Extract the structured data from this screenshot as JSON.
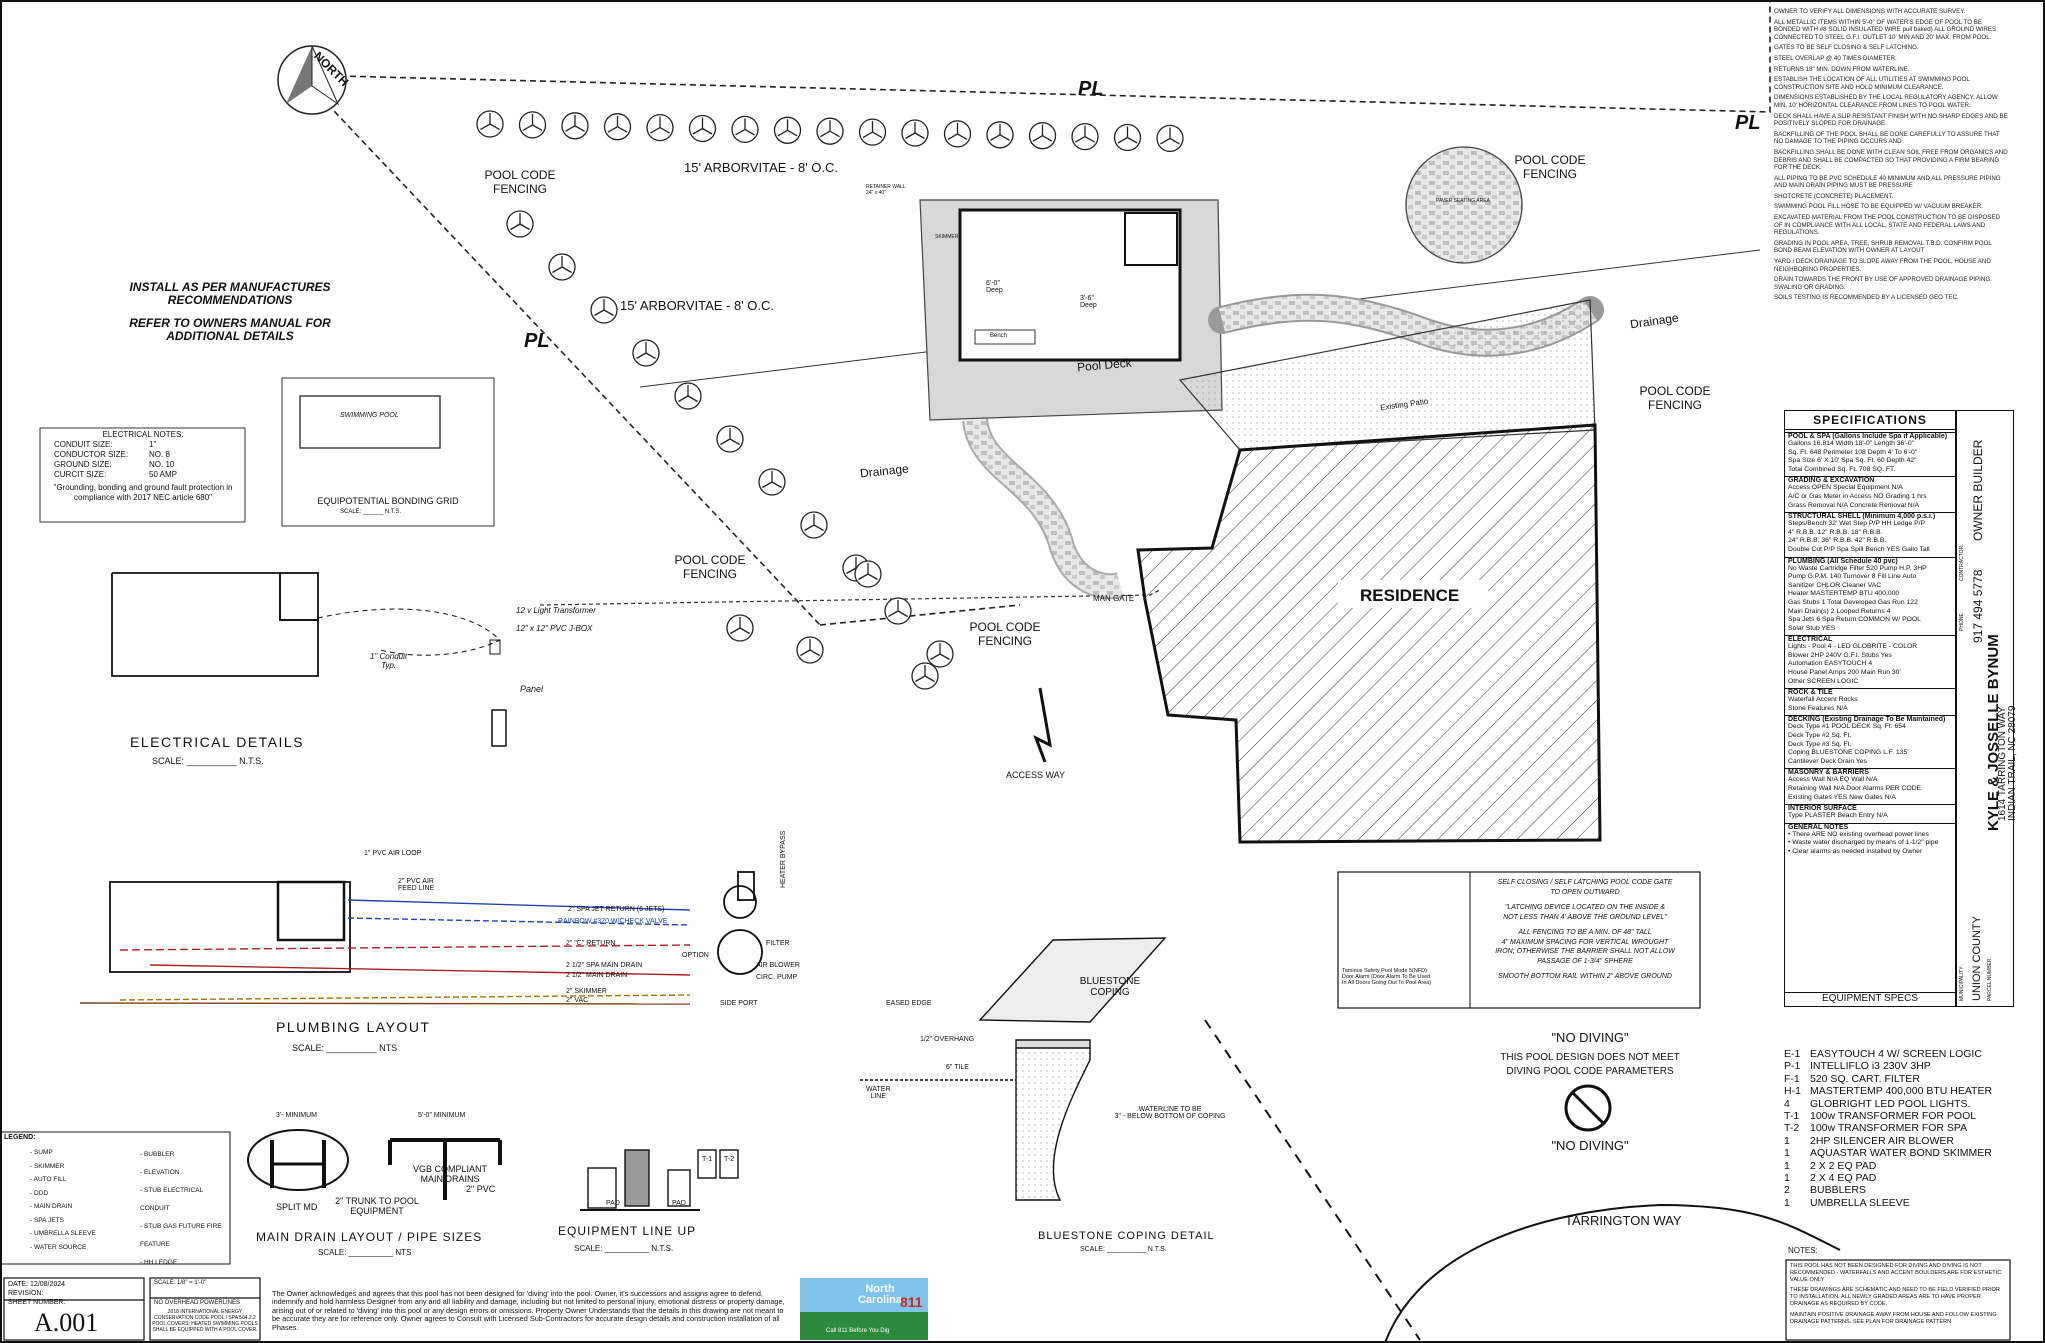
{
  "site": {
    "north": "NORTH",
    "pl_marks": [
      "PL",
      "PL",
      "PL"
    ],
    "arborvitae_top": "15' ARBORVITAE - 8' O.C.",
    "arborvitae_left": "15' ARBORVITAE - 8' O.C.",
    "fencing_labels": [
      "POOL CODE\nFENCING",
      "POOL CODE\nFENCING",
      "POOL CODE\nFENCING",
      "POOL CODE\nFENCING",
      "POOL CODE\nFENCING"
    ],
    "pool_deck": "Pool Deck",
    "existing_patio": "Existing Patio",
    "drainage": [
      "Drainage",
      "Drainage"
    ],
    "residence": "RESIDENCE",
    "man_gate": "MAN GATE",
    "access_way": "ACCESS WAY",
    "paver_area": "PAVER SEATING AREA",
    "retainer_wall": "RETAINER WALL\n24\" x 40\"",
    "skimmer": "SKIMMER",
    "bench": "Bench",
    "deep_1": "6'-0\"\nDeep",
    "deep_2": "3'-6\"\nDeep",
    "tarrington_way": "TARRINGTON WAY"
  },
  "install_note": {
    "line1": "INSTALL AS PER MANUFACTURES",
    "line2": "RECOMMENDATIONS",
    "line3": "REFER TO OWNERS MANUAL FOR",
    "line4": "ADDITIONAL DETAILS"
  },
  "electrical_notes": {
    "title": "ELECTRICAL NOTES:",
    "rows": [
      {
        "k": "CONDUIT SIZE:",
        "v": "1\""
      },
      {
        "k": "CONDUCTOR SIZE:",
        "v": "NO. 8"
      },
      {
        "k": "GROUND SIZE:",
        "v": "NO. 10"
      },
      {
        "k": "CURCIT SIZE:",
        "v": "50 AMP"
      }
    ],
    "footer": "\"Grounding, bonding and ground fault protection in compliance with 2017 NEC article 680\""
  },
  "bonding": {
    "pool": "SWIMMING POOL",
    "title": "EQUIPOTENTIAL BONDING GRID",
    "scale": "SCALE:",
    "nts": "N.T.S."
  },
  "electrical_details": {
    "title": "ELECTRICAL DETAILS",
    "scale": "SCALE:",
    "nts": "N.T.S.",
    "transformer": "12 v Light Transformer",
    "jbox": "12\" x 12\" PVC J-BOX",
    "conduit": "1\" Conduit\nTyp.",
    "panel": "Panel"
  },
  "plumbing": {
    "title": "PLUMBING LAYOUT",
    "scale": "SCALE:",
    "nts": "NTS",
    "labels": [
      "1\" PVC AIR LOOP",
      "2\" PVC AIR\nFEED LINE",
      "2\" SPA JET RETURN (6 JETS)",
      "RAINBOW #320 W/CHECK VALVE",
      "2\" \"C\" RETURN",
      "2 1/2\" SPA MAIN DRAIN",
      "2 1/2\" MAIN DRAIN",
      "2\" SKIMMER",
      "2\" VAC",
      "SIDE PORT",
      "FILTER",
      "AIR BLOWER",
      "CIRC. PUMP",
      "OPTION",
      "HEATER BYPASS"
    ]
  },
  "main_drain": {
    "title": "MAIN DRAIN LAYOUT / PIPE SIZES",
    "scale": "SCALE:",
    "nts": "NTS",
    "minimum1": "3'- MINIMUM",
    "minimum2": "5'-0\" MINIMUM",
    "vgb": "VGB COMPLIANT\nMAIN DRAINS",
    "split": "SPLIT MD",
    "trunk": "2\" TRUNK TO POOL\nEQUIPMENT",
    "pvc": "2\" PVC"
  },
  "equipment_lineup": {
    "title": "EQUIPMENT LINE UP",
    "scale": "SCALE:",
    "nts": "N.T.S.",
    "pad1": "PAD",
    "pad2": "PAD",
    "t1": "T-1",
    "t2": "T-2"
  },
  "coping": {
    "title": "BLUESTONE COPING DETAIL",
    "scale": "SCALE:",
    "nts": "N.T.S.",
    "label": "BLUESTONE\nCOPING",
    "eased": "EASED EDGE",
    "overhang": "1/2\" OVERHANG",
    "tile": "6\" TILE",
    "water": "WATER\nLINE",
    "waterline": "WATERLINE TO BE\n3\" - BELOW BOTTOM OF COPING"
  },
  "gate_note": {
    "l1": "SELF CLOSING / SELF LATCHING POOL CODE GATE",
    "l2": "TO OPEN OUTWARD",
    "l3": "\"LATCHING DEVICE LOCATED ON THE INSIDE &",
    "l4": "NOT LESS THAN 4' ABOVE THE GROUND LEVEL\"",
    "l5": "ALL FENCING TO BE A MIN. OF 48\" TALL",
    "l6": "4\" MAXIMUM SPACING FOR VERTICAL WROUGHT",
    "l7": "IRON; OTHERWISE THE BARRIER SHALL NOT ALLOW",
    "l8": "PASSAGE OF 1-3/4\" SPHERE",
    "l9": "SMOOTH BOTTOM RAIL WITHIN 2\" ABOVE GROUND",
    "alarm": "Taminus Safety Pool Mode 5(NFD)\nDoor Alarm (Door Alarm To Be Used\nIn All Doors Going Out To Pool Area)"
  },
  "no_diving": {
    "top": "\"NO DIVING\"",
    "mid1": "THIS POOL DESIGN DOES NOT MEET",
    "mid2": "DIVING POOL CODE PARAMETERS",
    "bottom": "\"NO DIVING\""
  },
  "disclaimer": "The Owner acknowledges and agrees that this pool has not been designed for 'diving' into the pool. Owner, it's successors and assigns agree to defend, indemnify and hold harmless Designer from any and all liability and damage, including but not limited to personal injury, emotional distress or property damage, arising out of or related to 'diving' into this pool or any design errors or omissions. Property Owner Understands that the details in this drawing are not meant to be accurate they are for reference only. Owner agrees to Consult with Licensed Sub-Contractors for accurate design details and construction installation of all Phases.",
  "nc811": {
    "l1": "North",
    "l2": "Carolina",
    "l3": "811",
    "l4": "Call 811 Before You Dig"
  },
  "title_block": {
    "date": "DATE: 12/08/2024",
    "revision": "REVISION:",
    "sheet_number": "SHEET NUMBER:",
    "sheet": "A.001",
    "scale": "SCALE: 1/8\" = 1'-0\"",
    "powerlines": "NO OVERHEAD POWERLINES",
    "code_note": "2018 INTERNATIONAL ENERGY CONSERVATION CODE POOL / SPA 504.2.2 POOL COVERS: HEATED SWIMMING POOLS SHALL BE EQUIPPED WITH A POOL COVER."
  },
  "legend": {
    "title": "LEGEND:",
    "items": [
      "- SUMP",
      "- SKIMMER",
      "- AUTO FILL",
      "- DDD",
      "- MAIN DRAIN",
      "- SPA JETS",
      "- UMBRELLA SLEEVE",
      "- WATER SOURCE"
    ],
    "items2": [
      "- BUBBLER",
      "- ELEVATION",
      "- STUB ELECTRICAL CONDUIT",
      "- STUB GAS FUTURE FIRE FEATURE",
      "- HH LEDGE"
    ]
  },
  "right_notes": [
    "OWNER TO VERIFY ALL DIMENSIONS WITH ACCURATE SURVEY.",
    "ALL METALLIC ITEMS WITHIN 5'-0\" OF WATER'S EDGE OF POOL TO BE BONDED WITH #8 SOLID INSULATED WIRE pull baked) ALL GROUND WIRES CONNECTED TO STEEL G.F.I. OUTLET 10' MIN AND 20' MAX. FROM POOL.",
    "GATES TO BE SELF CLOSING & SELF LATCHING.",
    "STEEL OVERLAP @ 40 TIMES DIAMETER.",
    "RETURNS 18\" MIN. DOWN FROM WATERLINE.",
    "ESTABLISH THE LOCATION OF ALL UTILITIES AT SWIMMING POOL CONSTRUCTION SITE AND HOLD MINIMUM CLEARANCE.",
    "DIMENSIONS ESTABLISHED BY THE LOCAL REGULATORY AGENCY. ALLOW MIN. 10' HORIZONTAL CLEARANCE FROM LINES TO POOL WATER.",
    "DECK SHALL HAVE A SLIP RESISTANT FINISH WITH NO SHARP EDGES AND BE POSITIVELY SLOPED FOR DRAINAGE.",
    "BACKFILLING OF THE POOL SHALL BE DONE CAREFULLY TO ASSURE THAT NO DAMAGE TO THE PIPING OCCURS AND",
    "BACKFILLING SHALL BE DONE WITH CLEAN SOIL FREE FROM ORGANICS AND DEBRIS AND SHALL BE COMPACTED SO THAT PROVIDING A FIRM BEARING FOR THE DECK.",
    "ALL PIPING TO BE PVC SCHEDULE 40 MINIMUM AND ALL PRESSURE PIPING AND MAIN DRAIN PIPING MUST BE PRESSURE",
    "SHOTCRETE (CONCRETE) PLACEMENT.",
    "SWIMMING POOL FILL HOSE TO BE EQUIPPED W/ VACUUM BREAKER.",
    "EXCAVATED MATERIAL FROM THE POOL CONSTRUCTION TO BE DISPOSED OF IN COMPLIANCE WITH ALL LOCAL, STATE AND FEDERAL LAWS AND REGULATIONS.",
    "GRADING IN POOL AREA, TREE, SHRUB REMOVAL T.B.D. CONFIRM POOL BOND BEAM ELEVATION WITH OWNER AT LAYOUT",
    "YARD / DECK DRAINAGE TO SLOPE AWAY FROM THE POOL, HOUSE AND NEIGHBORING PROPERTIES.",
    "DRAIN TOWARDS THE FRONT BY USE OF APPROVED DRAINAGE PIPING, SWALING OR GRADING.",
    "SOILS TESTING IS RECOMMENDED BY A LICENSED GEO TEC."
  ],
  "specs": {
    "title": "SPECIFICATIONS",
    "rows": [
      {
        "sec": "POOL & SPA (Gallons Include Spa if Applicable)"
      },
      {
        "t": "Gallons 16,814  Width 18'-0\"  Length 36'-0\""
      },
      {
        "t": "Sq. Ft. 648  Perimeter 108  Depth 4'  To 6'-0\""
      },
      {
        "t": "Spa Size 6' X 10'  Spa Sq. Ft. 60  Depth 42\""
      },
      {
        "t": "Total Combined Sq. Ft. 708 SQ. FT."
      },
      {
        "sec": "GRADING & EXCAVATION"
      },
      {
        "t": "Access OPEN  Special Equipment N/A"
      },
      {
        "t": "A/C or Gas Meter in Access NO  Grading 1 hrs"
      },
      {
        "t": "Grass Removal N/A  Concrete Removal N/A"
      },
      {
        "sec": "STRUCTURAL SHELL (Minimum 4,000 p.s.i.)"
      },
      {
        "t": "Steps/Bench 32'  Wet Step P/P  HH Ledge P/P"
      },
      {
        "t": "4\" R.B.B.  12\" R.B.B.  18\" R.B.B."
      },
      {
        "t": "24\" R.B.B.  36\" R.B.B.  42\" R.B.B."
      },
      {
        "t": "Double Cut P/P  Spa Spill Bench YES  Gallo Tall"
      },
      {
        "sec": "PLUMBING (All Schedule 40 pvc)"
      },
      {
        "t": "No Waste Cartridge Filter 520  Pump H.P. 3HP"
      },
      {
        "t": "Pump G.P.M. 140  Turnover 8  Fill Line Auto"
      },
      {
        "t": "Sanitizer CHLOR  Cleaner VAC"
      },
      {
        "t": "Heater MASTERTEMP  BTU 400,000"
      },
      {
        "t": "Gas Stubs 1  Total Developed Gas Run 122"
      },
      {
        "t": "Main Drain(s) 2  Looped Returns 4"
      },
      {
        "t": "Spa Jets 6  Spa Return COMMON W/ POOL"
      },
      {
        "t": "Solar Stub YES"
      },
      {
        "sec": "ELECTRICAL"
      },
      {
        "t": "Lights - Pool 4 - LED GLOBRITE - COLOR"
      },
      {
        "t": "Blower 2HP 240V  G.F.I. Stubs Yes"
      },
      {
        "t": "Automation EASYTOUCH 4"
      },
      {
        "t": "House Panel Amps 200  Main Run 30'"
      },
      {
        "t": "Other SCREEN LOGIC"
      },
      {
        "sec": "ROCK & TILE"
      },
      {
        "t": "Waterfall  Accent Rocks"
      },
      {
        "t": "Stone Features N/A"
      },
      {
        "sec": "DECKING (Existing Drainage To Be Maintained)"
      },
      {
        "t": "Deck Type #1 POOL DECK  Sq. Ft. 654"
      },
      {
        "t": "Deck Type #2  Sq. Ft."
      },
      {
        "t": "Deck Type #3  Sq. Ft."
      },
      {
        "t": "Coping BLUESTONE COPING  L.F. 135'"
      },
      {
        "t": "Cantilever  Deck Drain Yes"
      },
      {
        "sec": "MASONRY & BARRIERS"
      },
      {
        "t": "Access Wall N/A  EQ Wall N/A"
      },
      {
        "t": "Retaining Wall N/A  Door Alarms PER CODE"
      },
      {
        "t": "Existing Gates YES  New Gates N/A"
      },
      {
        "sec": "INTERIOR SURFACE"
      },
      {
        "t": "Type PLASTER  Beach Entry N/A"
      },
      {
        "sec": "GENERAL NOTES"
      },
      {
        "t": "• There ARE NO existing overhead power lines"
      },
      {
        "t": "• Waste water discharged by means of 1-1/2\" pipe"
      },
      {
        "t": "• Clear alarms as needed installed by Owner"
      }
    ],
    "footer": "EQUIPMENT SPECS"
  },
  "owner": {
    "contractor_lbl": "CONTRACTOR:",
    "contractor": "OWNER BUILDER",
    "phone_lbl": "PHONE:",
    "phone": "917 494 5778",
    "name": "KYLE & JOSSELLE BYNUM",
    "addr1": "1614 TARRINGTON WAY",
    "addr2": "INDIAN TRAIL, NC 28079",
    "muni_lbl": "MUNICIPALITY:",
    "muni": "UNION COUNTY",
    "parcel_lbl": "PARCEL NUMBER:"
  },
  "equipment": [
    {
      "code": "E-1",
      "desc": "EASYTOUCH 4 W/ SCREEN LOGIC"
    },
    {
      "code": "P-1",
      "desc": "INTELLIFLO i3 230V 3HP"
    },
    {
      "code": "F-1",
      "desc": "520 SQ. CART. FILTER"
    },
    {
      "code": "H-1",
      "desc": "MASTERTEMP 400,000 BTU HEATER"
    },
    {
      "code": "4",
      "desc": "GLOBRIGHT LED POOL LIGHTS."
    },
    {
      "code": "T-1",
      "desc": "100w TRANSFORMER FOR POOL"
    },
    {
      "code": "T-2",
      "desc": "100w TRANSFORMER FOR SPA"
    },
    {
      "code": "1",
      "desc": "2HP SILENCER AIR BLOWER"
    },
    {
      "code": "1",
      "desc": "AQUASTAR WATER BOND SKIMMER"
    },
    {
      "code": "1",
      "desc": "2 X 2 EQ PAD"
    },
    {
      "code": "1",
      "desc": "2 X 4 EQ PAD"
    },
    {
      "code": "2",
      "desc": "BUBBLERS"
    },
    {
      "code": "1",
      "desc": "UMBRELLA SLEEVE"
    }
  ],
  "bottom_notes": {
    "title": "NOTES:",
    "n1": "THIS POOL HAS NOT BEEN DESIGNED FOR DIVING AND DIVING IS NOT RECOMMENDED - WATERFALLS AND ACCENT BOULDERS ARE FOR ESTHETIC VALUE ONLY",
    "n2": "THESE DRAWINGS ARE SCHEMATIC AND NEED TO BE FIELD VERIFIED PRIOR TO INSTALLATION. ALL NEWLY GRADED AREAS ARE TO HAVE PROPER DRAINAGE AS REQUIRED BY CODE.",
    "n3": "MAINTAIN POSITIVE DRAINAGE AWAY FROM HOUSE AND FOLLOW EXISTING DRAINAGE PATTERNS. SEE PLAN FOR DRAINAGE PATTERN"
  }
}
